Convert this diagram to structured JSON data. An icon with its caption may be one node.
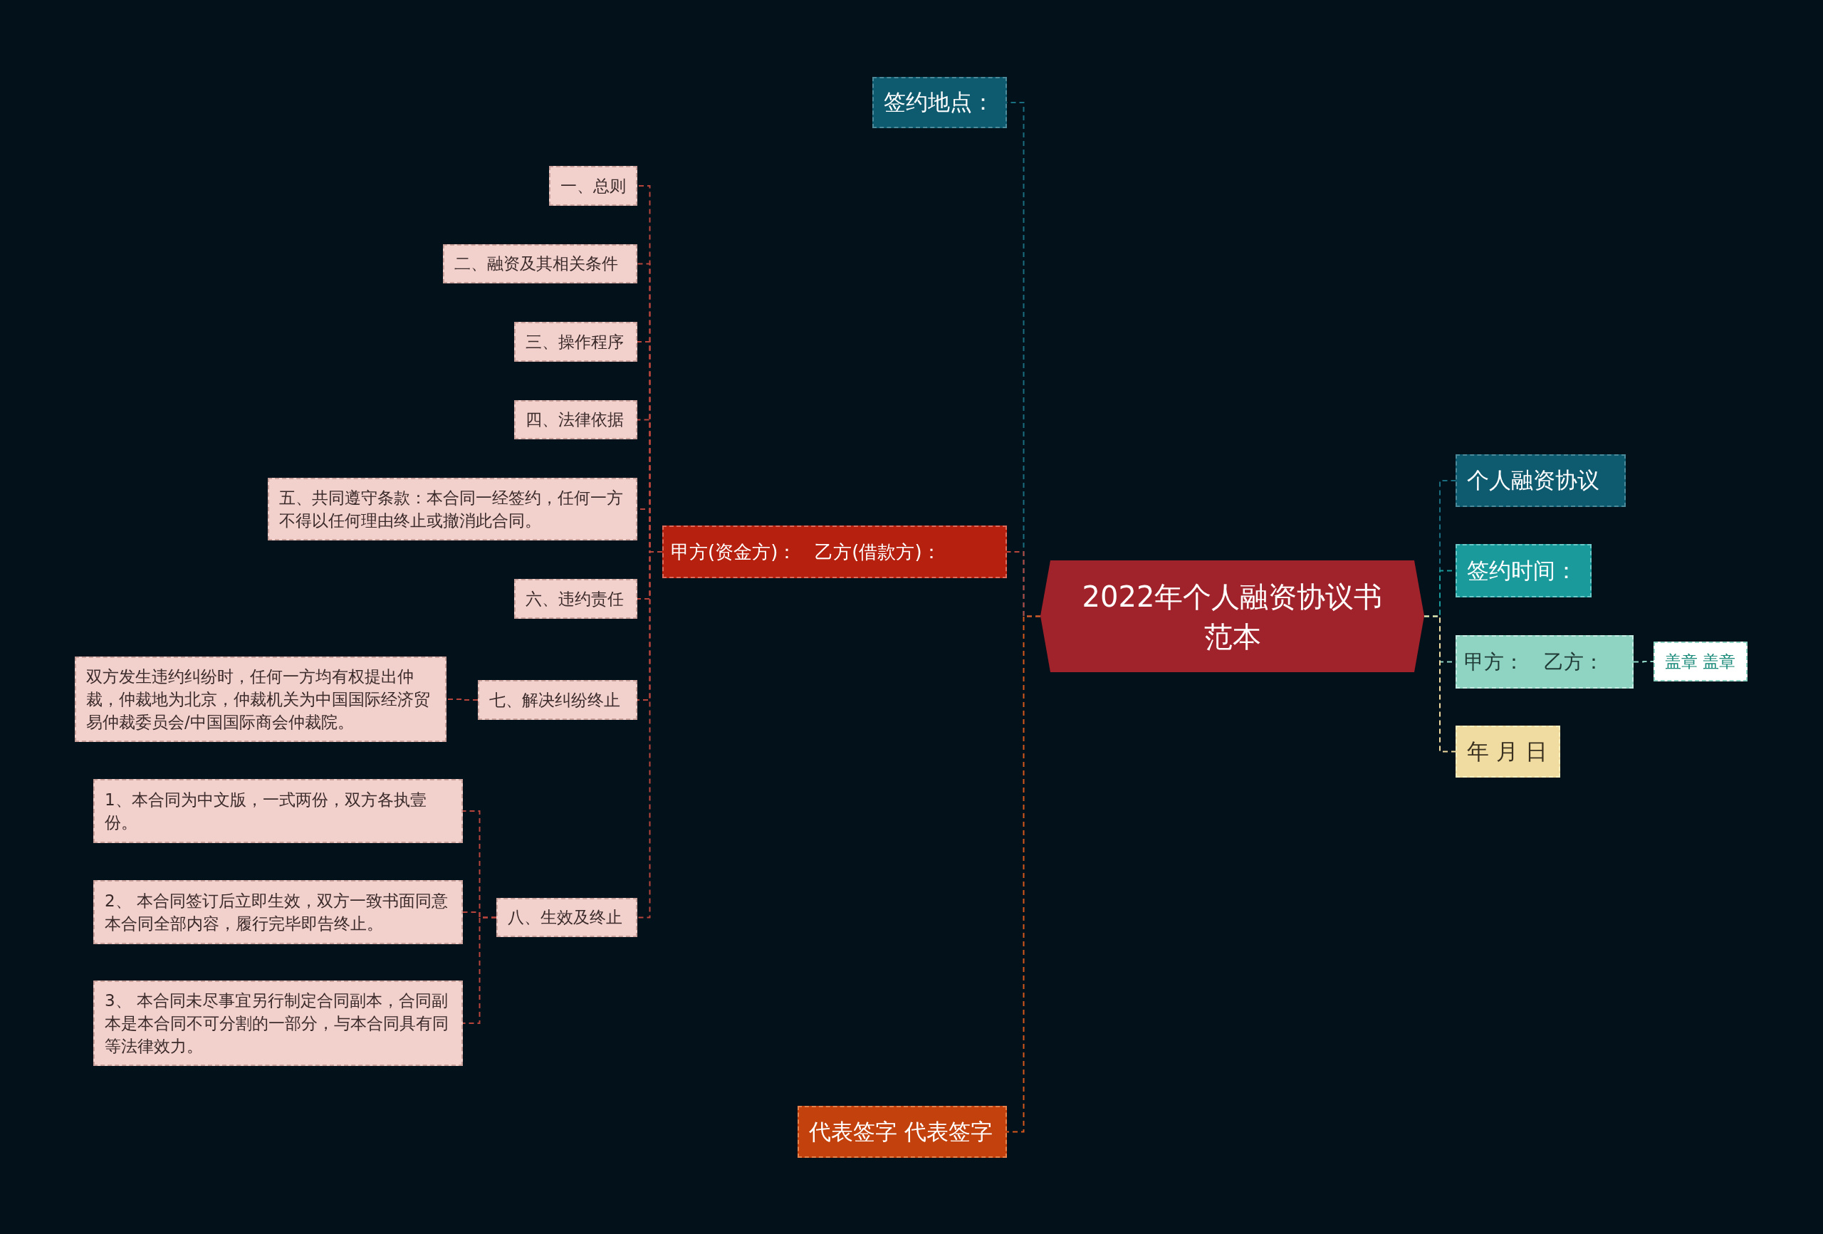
{
  "diagram": {
    "nodes": [
      {
        "text": [
          "2022年个人融资协议书范本"
        ]
      },
      {
        "text": [
          "签约地点："
        ]
      },
      {
        "text": [
          "甲方(资金方)：　乙方(借款方)："
        ]
      },
      {
        "text": [
          "一、总则"
        ]
      },
      {
        "text": [
          "二、融资及其相关条件"
        ]
      },
      {
        "text": [
          "三、操作程序"
        ]
      },
      {
        "text": [
          "四、法律依据"
        ]
      },
      {
        "text": [
          "五、共同遵守条款：本合同一经签约，任何一方不得以任何理由终止或撤消此合同。"
        ]
      },
      {
        "text": [
          "六、违约责任"
        ]
      },
      {
        "text": [
          "七、解决纠纷终止"
        ]
      },
      {
        "text": [
          "双方发生违约纠纷时，任何一方均有权提出仲裁，仲裁地为北京，仲裁机关为中国国际经济贸易仲裁委员会/中国国际商会仲裁院。"
        ]
      },
      {
        "text": [
          "八、生效及终止"
        ]
      },
      {
        "text": [
          "1、本合同为中文版，一式两份，双方各执壹份。"
        ]
      },
      {
        "text": [
          "2、 本合同签订后立即生效，双方一致书面同意本合同全部内容，履行完毕即告终止。"
        ]
      },
      {
        "text": [
          "3、 本合同未尽事宜另行制定合同副本，合同副本是本合同不可分割的一部分，与本合同具有同等法律效力。"
        ]
      },
      {
        "text": [
          "代表签字 代表签字"
        ]
      },
      {
        "text": [
          "个人融资协议"
        ]
      },
      {
        "text": [
          "签约时间："
        ]
      },
      {
        "text": [
          "甲方：　乙方："
        ]
      },
      {
        "text": [
          "盖章 盖章"
        ]
      },
      {
        "text": [
          "年 月 日"
        ]
      }
    ],
    "edges": [
      {
        "from": 0,
        "to": 1,
        "arrow": "none",
        "color": "#1a6e80"
      },
      {
        "from": 0,
        "to": 2,
        "arrow": "none"
      },
      {
        "from": 0,
        "to": 15,
        "arrow": "none",
        "color": "#d4581c"
      },
      {
        "from": 0,
        "to": 16,
        "arrow": "none",
        "color": "#1a6e80"
      },
      {
        "from": 0,
        "to": 17,
        "arrow": "none",
        "color": "#1a9a9a"
      },
      {
        "from": 0,
        "to": 18,
        "arrow": "none",
        "color": "#8fd3c3"
      },
      {
        "from": 0,
        "to": 20,
        "arrow": "none",
        "color": "#f0dca0"
      },
      {
        "from": 2,
        "to": 3,
        "arrow": "none"
      },
      {
        "from": 2,
        "to": 4,
        "arrow": "none"
      },
      {
        "from": 2,
        "to": 5,
        "arrow": "none"
      },
      {
        "from": 2,
        "to": 6,
        "arrow": "none"
      },
      {
        "from": 2,
        "to": 7,
        "arrow": "none"
      },
      {
        "from": 2,
        "to": 8,
        "arrow": "none"
      },
      {
        "from": 2,
        "to": 9,
        "arrow": "none"
      },
      {
        "from": 2,
        "to": 11,
        "arrow": "none"
      },
      {
        "from": 9,
        "to": 10,
        "arrow": "none"
      },
      {
        "from": 11,
        "to": 12,
        "arrow": "none"
      },
      {
        "from": 11,
        "to": 13,
        "arrow": "none"
      },
      {
        "from": 11,
        "to": 14,
        "arrow": "none"
      },
      {
        "from": 18,
        "to": 19,
        "arrow": "none",
        "color": "#8fd3c3"
      }
    ]
  }
}
